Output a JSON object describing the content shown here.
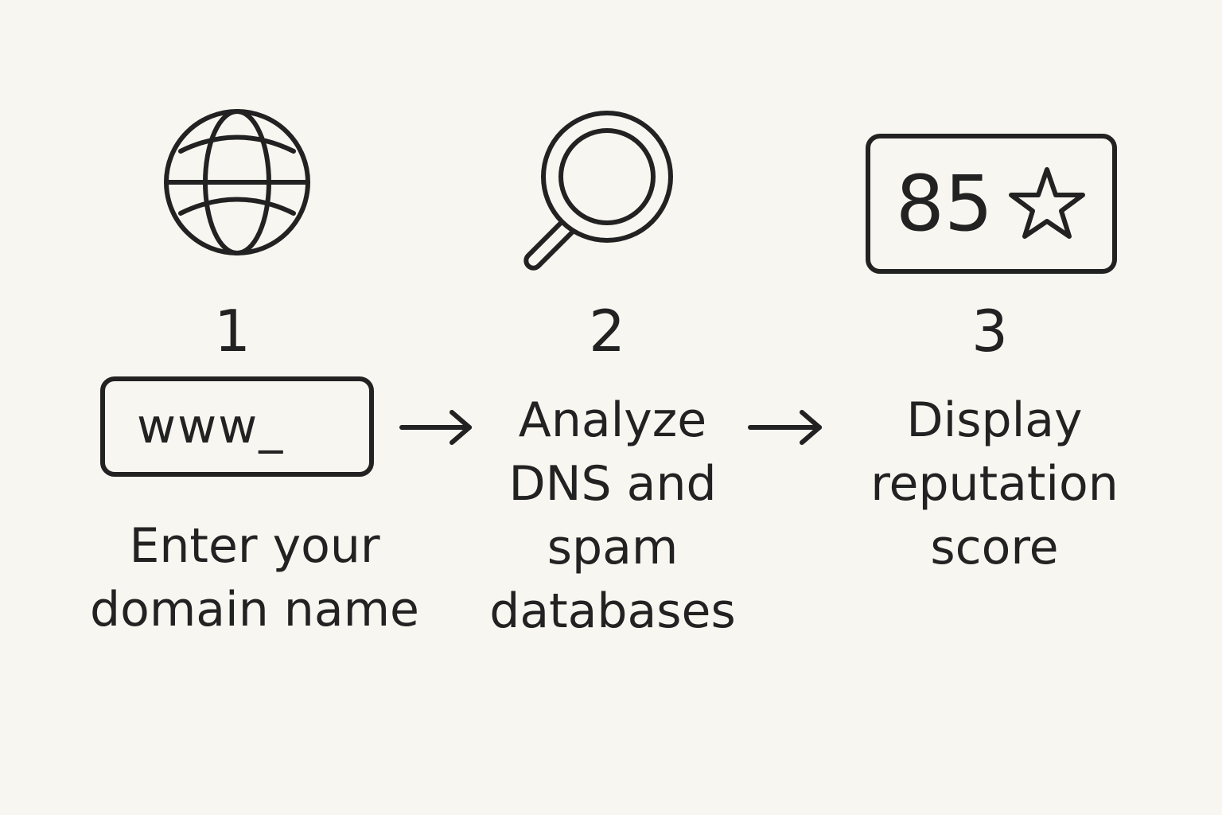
{
  "colors": {
    "background": "#f8f6f0",
    "ink": "#222222"
  },
  "steps": [
    {
      "number": "1",
      "icon": "globe-icon",
      "input_text": "www_",
      "caption_lines": [
        "Enter your",
        "domain name"
      ]
    },
    {
      "number": "2",
      "icon": "magnifying-glass-icon",
      "caption_lines": [
        "Analyze",
        "DNS and",
        "spam",
        "databases"
      ]
    },
    {
      "number": "3",
      "icon": "star-icon",
      "score_value": "85",
      "caption_lines": [
        "Display",
        "reputation",
        "score"
      ]
    }
  ],
  "connectors": [
    "arrow-right-icon",
    "arrow-right-icon"
  ]
}
